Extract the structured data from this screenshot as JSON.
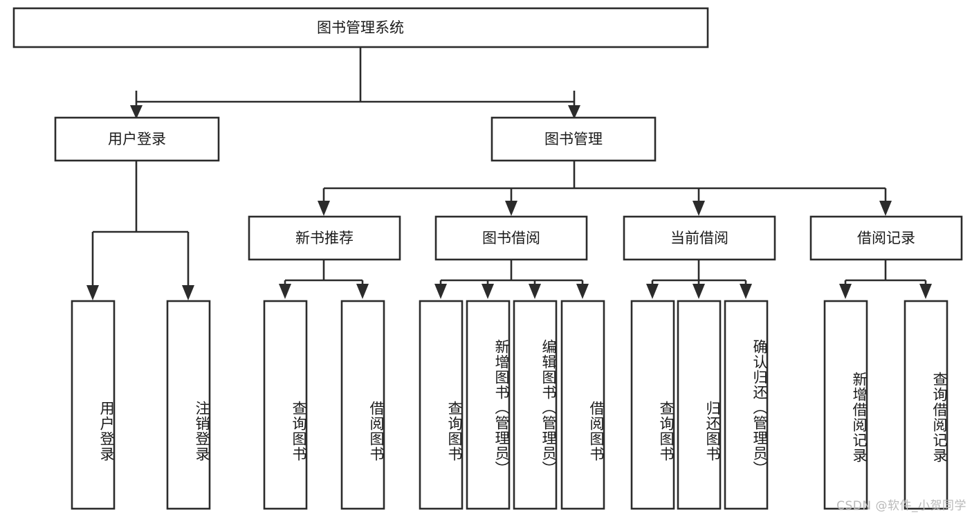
{
  "diagram": {
    "title": "图书管理系统",
    "watermark": "CSDN @软件_小贺同学",
    "colors": {
      "stroke": "#2b2b2b",
      "fill": "#ffffff",
      "text": "#1a1a1a",
      "watermark": "#b9b9b9",
      "background": "#ffffff"
    },
    "root": {
      "label": "图书管理系统"
    },
    "level2": [
      {
        "label": "用户登录"
      },
      {
        "label": "图书管理"
      }
    ],
    "level3": [
      {
        "label": "新书推荐"
      },
      {
        "label": "图书借阅"
      },
      {
        "label": "当前借阅"
      },
      {
        "label": "借阅记录"
      }
    ],
    "leaves": {
      "user_login": [
        {
          "label": "用户登录"
        },
        {
          "label": "注销登录"
        }
      ],
      "new_book_recommend": [
        {
          "label": "查询图书"
        },
        {
          "label": "借阅图书"
        }
      ],
      "book_borrow": [
        {
          "label": "查询图书"
        },
        {
          "label": "新增图书（管理员）"
        },
        {
          "label": "编辑图书（管理员）"
        },
        {
          "label": "借阅图书"
        }
      ],
      "current_borrow": [
        {
          "label": "查询图书"
        },
        {
          "label": "归还图书"
        },
        {
          "label": "确认归还（管理员）"
        }
      ],
      "borrow_record": [
        {
          "label": "新增借阅记录"
        },
        {
          "label": "查询借阅记录"
        }
      ]
    }
  }
}
